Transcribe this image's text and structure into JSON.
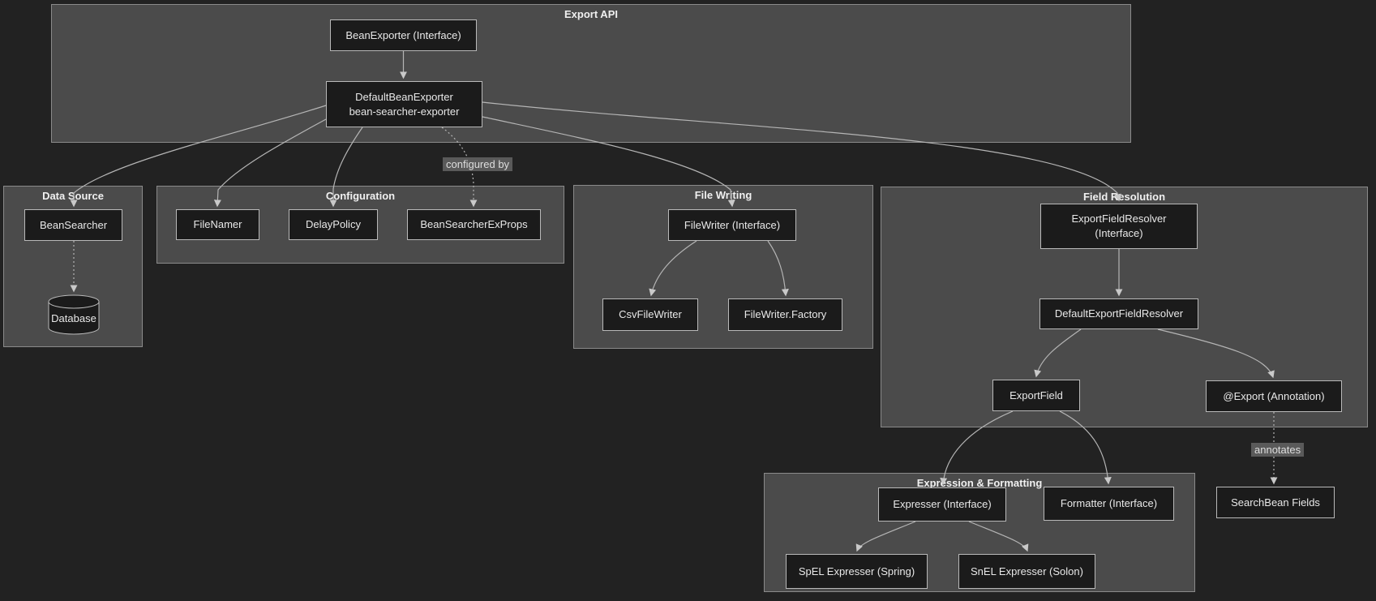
{
  "diagram": {
    "clusters": {
      "export_api": {
        "title": "Export API"
      },
      "data_source": {
        "title": "Data Source"
      },
      "configuration": {
        "title": "Configuration"
      },
      "file_writing": {
        "title": "File Writing"
      },
      "field_resolution": {
        "title": "Field Resolution"
      },
      "expression_formatting": {
        "title": "Expression & Formatting"
      }
    },
    "nodes": {
      "bean_exporter": {
        "label": "BeanExporter (Interface)"
      },
      "default_bean_exporter": {
        "label": "DefaultBeanExporter",
        "sublabel": "bean-searcher-exporter"
      },
      "bean_searcher": {
        "label": "BeanSearcher"
      },
      "database": {
        "label": "Database",
        "shape": "cylinder"
      },
      "file_namer": {
        "label": "FileNamer"
      },
      "delay_policy": {
        "label": "DelayPolicy"
      },
      "bean_searcher_ex_props": {
        "label": "BeanSearcherExProps"
      },
      "file_writer": {
        "label": "FileWriter (Interface)"
      },
      "csv_file_writer": {
        "label": "CsvFileWriter"
      },
      "file_writer_factory": {
        "label": "FileWriter.Factory"
      },
      "export_field_resolver": {
        "label": "ExportFieldResolver",
        "sublabel": "(Interface)"
      },
      "default_export_field_resolver": {
        "label": "DefaultExportFieldResolver"
      },
      "export_field": {
        "label": "ExportField"
      },
      "export_annotation": {
        "label": "@Export (Annotation)"
      },
      "expresser": {
        "label": "Expresser (Interface)"
      },
      "formatter": {
        "label": "Formatter (Interface)"
      },
      "spel_expresser": {
        "label": "SpEL Expresser (Spring)"
      },
      "snel_expresser": {
        "label": "SnEL Expresser (Solon)"
      },
      "searchbean_fields": {
        "label": "SearchBean Fields"
      }
    },
    "edges": [
      {
        "from": "bean_exporter",
        "to": "default_bean_exporter",
        "style": "solid",
        "label": ""
      },
      {
        "from": "default_bean_exporter",
        "to": "bean_searcher",
        "style": "solid",
        "label": ""
      },
      {
        "from": "default_bean_exporter",
        "to": "file_namer",
        "style": "solid",
        "label": ""
      },
      {
        "from": "default_bean_exporter",
        "to": "delay_policy",
        "style": "solid",
        "label": ""
      },
      {
        "from": "default_bean_exporter",
        "to": "bean_searcher_ex_props",
        "style": "dotted",
        "label": "configured by"
      },
      {
        "from": "default_bean_exporter",
        "to": "file_writer",
        "style": "solid",
        "label": ""
      },
      {
        "from": "default_bean_exporter",
        "to": "export_field_resolver",
        "style": "solid",
        "label": ""
      },
      {
        "from": "bean_searcher",
        "to": "database",
        "style": "dotted",
        "label": ""
      },
      {
        "from": "file_writer",
        "to": "csv_file_writer",
        "style": "solid",
        "label": ""
      },
      {
        "from": "file_writer",
        "to": "file_writer_factory",
        "style": "solid",
        "label": ""
      },
      {
        "from": "export_field_resolver",
        "to": "default_export_field_resolver",
        "style": "solid",
        "label": ""
      },
      {
        "from": "default_export_field_resolver",
        "to": "export_field",
        "style": "solid",
        "label": ""
      },
      {
        "from": "default_export_field_resolver",
        "to": "export_annotation",
        "style": "solid",
        "label": ""
      },
      {
        "from": "export_field",
        "to": "expresser",
        "style": "solid",
        "label": ""
      },
      {
        "from": "export_field",
        "to": "formatter",
        "style": "solid",
        "label": ""
      },
      {
        "from": "export_annotation",
        "to": "searchbean_fields",
        "style": "dotted",
        "label": "annotates"
      },
      {
        "from": "expresser",
        "to": "spel_expresser",
        "style": "solid",
        "label": ""
      },
      {
        "from": "expresser",
        "to": "snel_expresser",
        "style": "solid",
        "label": ""
      }
    ],
    "colors": {
      "background": "#222222",
      "cluster_fill": "#4b4b4b",
      "cluster_border": "#8a8a8a",
      "node_fill": "#1b1b1b",
      "node_border": "#b9b9b9",
      "text": "#e8e8e8",
      "edge": "#b5b5b5",
      "edge_label_bg": "#5a5a5a"
    }
  }
}
